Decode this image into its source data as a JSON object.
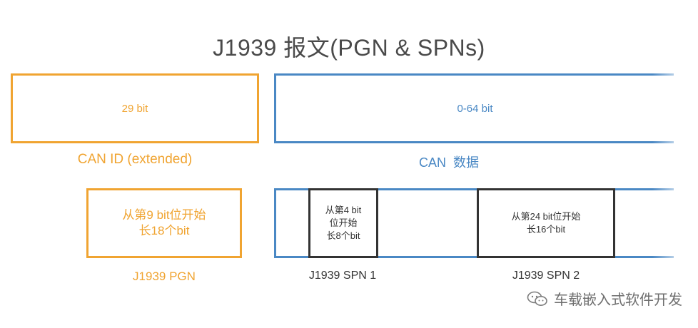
{
  "title": "J1939 报文(PGN & SPNs)",
  "can_id": {
    "box_text": "29 bit",
    "label": "CAN ID (extended)"
  },
  "can_data": {
    "box_text": "0-64 bit",
    "label": "CAN  数据"
  },
  "pgn": {
    "box_line1": "从第9 bit位开始",
    "box_line2": "长18个bit",
    "label": "J1939 PGN"
  },
  "spn1": {
    "box_line1": "从第4 bit",
    "box_line2": "位开始",
    "box_line3": "长8个bit",
    "label": "J1939 SPN 1"
  },
  "spn2": {
    "box_line1": "从第24 bit位开始",
    "box_line2": "长16个bit",
    "label": "J1939 SPN 2"
  },
  "watermark": "车载嵌入式软件开发",
  "colors": {
    "orange": "#f0a431",
    "blue": "#4a88c4",
    "dark": "#333333"
  }
}
